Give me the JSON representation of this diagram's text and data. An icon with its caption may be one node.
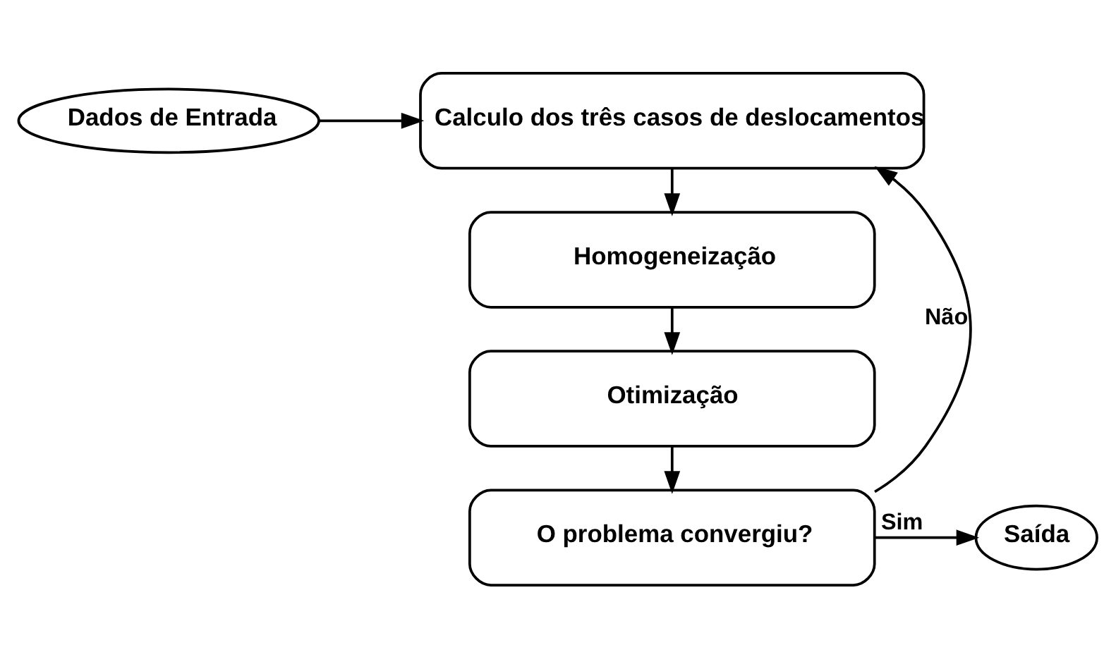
{
  "diagram": {
    "nodes": [
      {
        "text": [
          "Dados de Entrada"
        ]
      },
      {
        "text": [
          "Calculo dos três casos de deslocamentos"
        ]
      },
      {
        "text": [
          "Homogeneização"
        ]
      },
      {
        "text": [
          "Otimização"
        ]
      },
      {
        "text": [
          "O problema convergiu?"
        ]
      },
      {
        "text": [
          "Saída"
        ]
      }
    ],
    "edges": [
      {
        "from": 0,
        "to": 1,
        "arrow": "to"
      },
      {
        "from": 1,
        "to": 2,
        "arrow": "to"
      },
      {
        "from": 2,
        "to": 3,
        "arrow": "to"
      },
      {
        "from": 3,
        "to": 4,
        "arrow": "to"
      },
      {
        "from": 4,
        "to": 5,
        "arrow": "to",
        "label": "Sim"
      },
      {
        "from": 4,
        "to": 1,
        "arrow": "to",
        "label": "Não"
      }
    ]
  }
}
